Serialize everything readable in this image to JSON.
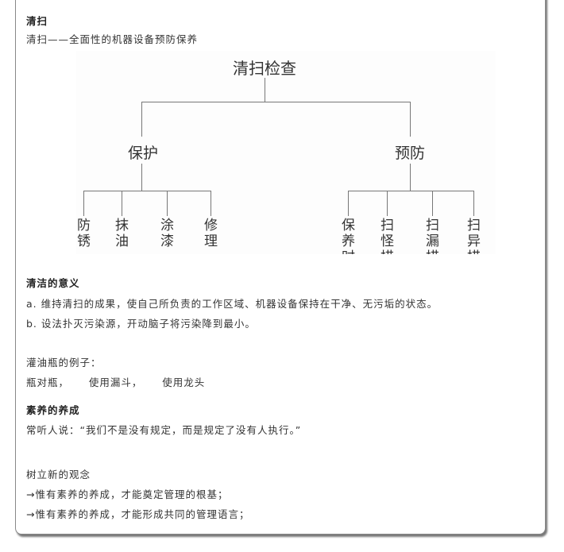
{
  "section1": {
    "heading": "清扫",
    "subtitle": "清扫——全面性的机器设备预防保养"
  },
  "diagram": {
    "root": "清扫检查",
    "branches": [
      {
        "label": "保护",
        "leaves": [
          "防锈",
          "抹油",
          "涂漆",
          "修理"
        ]
      },
      {
        "label": "预防",
        "leaves": [
          "保养时",
          "扫怪措",
          "扫漏措",
          "扫异措"
        ]
      }
    ]
  },
  "section2": {
    "heading": "清洁的意义",
    "lines": [
      "a. 维持清扫的成果，使自己所负责的工作区域、机器设备保持在干净、无污垢的状态。",
      "b. 设法扑灭污染源，开动脑子将污染降到最小。"
    ],
    "example_title": "灌油瓶的例子：",
    "example_line": "瓶对瓶，     使用漏斗，     使用龙头"
  },
  "section3": {
    "heading": "素养的养成",
    "quote": "常听人说：“我们不是没有规定，而是规定了没有人执行。”",
    "concept_title": "树立新的观念",
    "points": [
      "→惟有素养的养成，才能奠定管理的根基；",
      "→惟有素养的养成，才能形成共同的管理语言；"
    ]
  }
}
